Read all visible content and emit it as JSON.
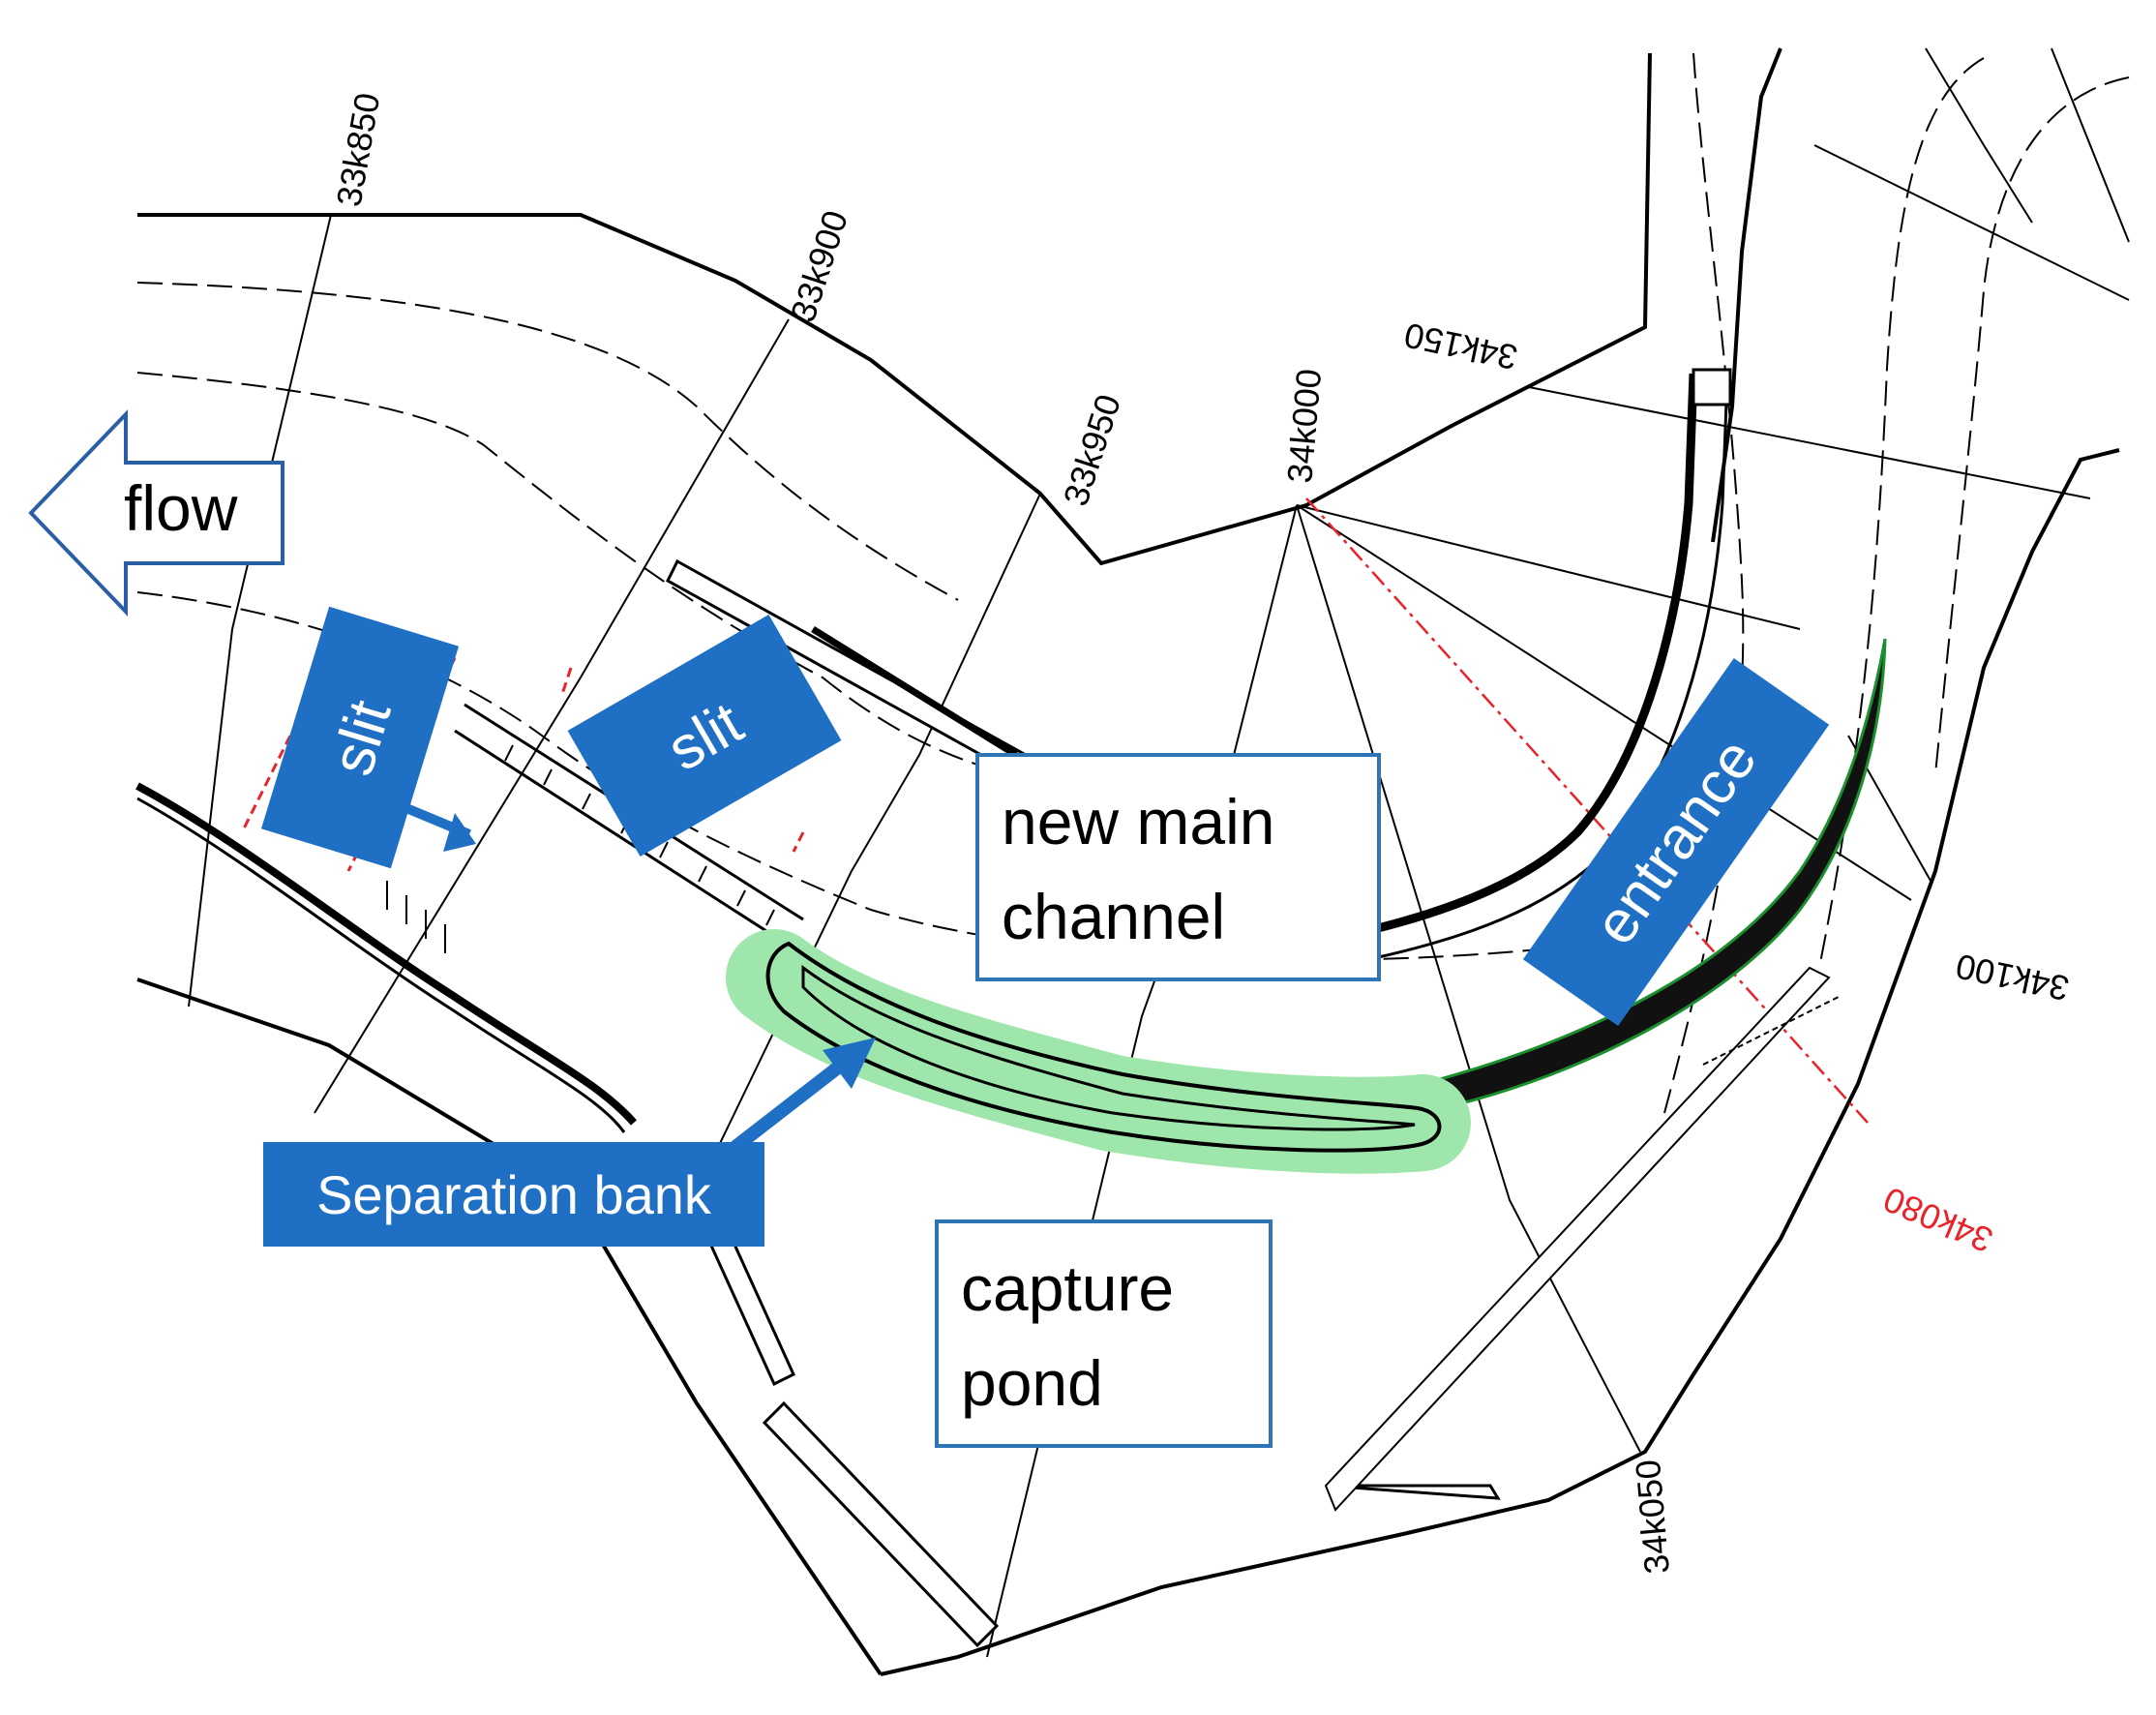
{
  "labels": {
    "flow": "flow",
    "slit_left": "slit",
    "slit_right": "slit",
    "new_main_channel_line1": "new main",
    "new_main_channel_line2": "channel",
    "entrance": "entrance",
    "separation_bank": "Separation bank",
    "capture_pond_line1": "capture",
    "capture_pond_line2": "pond"
  },
  "chainages": {
    "c33k850": "33k850",
    "c33k900": "33k900",
    "c33k950": "33k950",
    "c34k000": "34k000",
    "c34k150": "34k150",
    "c34k100": "34k100",
    "c34k080": "34k080",
    "c34k050": "34k050"
  },
  "colors": {
    "label_blue": "#1f6fc5",
    "flow_arrow_stroke": "#2b5fa5",
    "bank_green": "#9fe6ad",
    "outline_blue": "#2e75b6",
    "red_mark": "#e8232a",
    "line_black": "#000000"
  }
}
